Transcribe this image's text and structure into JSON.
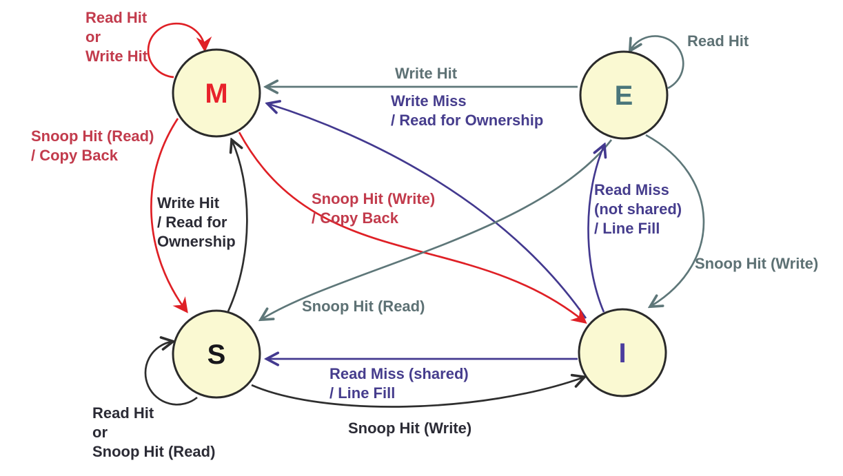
{
  "colors": {
    "background": "#FFFFFF",
    "node_fill": "#FAF9D2",
    "node_border": "#2B2B2B",
    "red_stroke": "#DF2026",
    "red_text": "#C23B4C",
    "slate_stroke": "#5E7779",
    "slate_text": "#5D7174",
    "purple_stroke": "#43398F",
    "purple_text": "#463D8D",
    "black_stroke": "#2E2E2E",
    "black_text": "#2B2B35",
    "m_letter": "#E8222B",
    "e_letter": "#4A767B",
    "s_letter": "#17171B",
    "i_letter": "#4B3D9E"
  },
  "states": {
    "m": {
      "label": "M"
    },
    "e": {
      "label": "E"
    },
    "s": {
      "label": "S"
    },
    "i": {
      "label": "I"
    }
  },
  "transitions": {
    "m_self": {
      "from": "M",
      "to": "M",
      "lines": [
        "Read Hit",
        "or",
        "Write Hit"
      ]
    },
    "e_self": {
      "from": "E",
      "to": "E",
      "lines": [
        "Read Hit"
      ]
    },
    "e_to_m": {
      "from": "E",
      "to": "M",
      "lines": [
        "Write Hit"
      ]
    },
    "i_to_m": {
      "from": "I",
      "to": "M",
      "lines": [
        "Write Miss",
        "/ Read for Ownership"
      ]
    },
    "m_to_s": {
      "from": "M",
      "to": "S",
      "lines": [
        "Snoop Hit (Read)",
        "/ Copy Back"
      ]
    },
    "s_to_m": {
      "from": "S",
      "to": "M",
      "lines": [
        "Write Hit",
        "/ Read for",
        "Ownership"
      ]
    },
    "m_to_i": {
      "from": "M",
      "to": "I",
      "lines": [
        "Snoop Hit (Write)",
        "/ Copy Back"
      ]
    },
    "e_to_s": {
      "from": "E",
      "to": "S",
      "lines": [
        "Snoop Hit (Read)"
      ]
    },
    "i_to_e": {
      "from": "I",
      "to": "E",
      "lines": [
        "Read Miss",
        "(not shared)",
        "/ Line Fill"
      ]
    },
    "e_to_i": {
      "from": "E",
      "to": "I",
      "lines": [
        "Snoop Hit (Write)"
      ]
    },
    "i_to_s": {
      "from": "I",
      "to": "S",
      "lines": [
        "Read Miss (shared)",
        "/ Line Fill"
      ]
    },
    "s_to_i": {
      "from": "S",
      "to": "I",
      "lines": [
        "Snoop Hit (Write)"
      ]
    },
    "s_self": {
      "from": "S",
      "to": "S",
      "lines": [
        "Read Hit",
        "or",
        "Snoop Hit (Read)"
      ]
    }
  }
}
